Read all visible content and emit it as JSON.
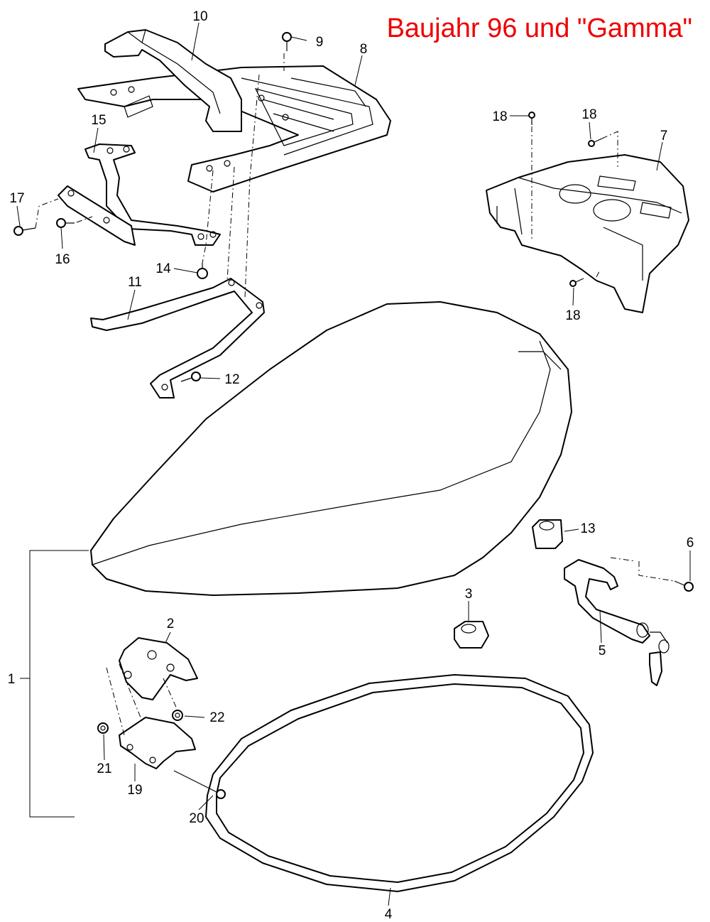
{
  "title": {
    "text": "Baujahr 96 und \"Gamma\"",
    "color": "#ee0000"
  },
  "callouts": [
    {
      "id": "p1",
      "label": "1"
    },
    {
      "id": "p2",
      "label": "2"
    },
    {
      "id": "p3",
      "label": "3"
    },
    {
      "id": "p4",
      "label": "4"
    },
    {
      "id": "p5",
      "label": "5"
    },
    {
      "id": "p6",
      "label": "6"
    },
    {
      "id": "p7",
      "label": "7"
    },
    {
      "id": "p8",
      "label": "8"
    },
    {
      "id": "p9",
      "label": "9"
    },
    {
      "id": "p10",
      "label": "10"
    },
    {
      "id": "p11",
      "label": "11"
    },
    {
      "id": "p12",
      "label": "12"
    },
    {
      "id": "p13",
      "label": "13"
    },
    {
      "id": "p14",
      "label": "14"
    },
    {
      "id": "p15",
      "label": "15"
    },
    {
      "id": "p16",
      "label": "16"
    },
    {
      "id": "p17",
      "label": "17"
    },
    {
      "id": "p18a",
      "label": "18"
    },
    {
      "id": "p18b",
      "label": "18"
    },
    {
      "id": "p18c",
      "label": "18"
    },
    {
      "id": "p19",
      "label": "19"
    },
    {
      "id": "p20",
      "label": "20"
    },
    {
      "id": "p21",
      "label": "21"
    },
    {
      "id": "p22",
      "label": "22"
    }
  ]
}
